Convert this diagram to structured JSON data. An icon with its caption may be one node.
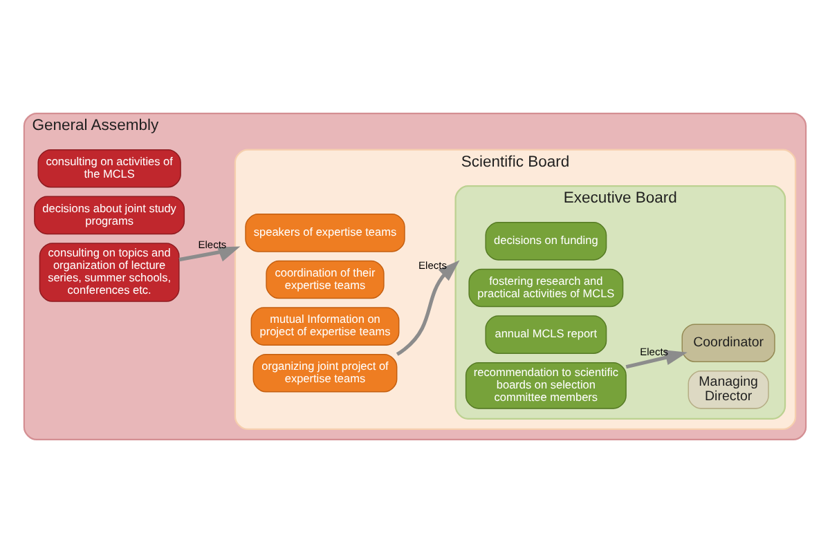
{
  "diagram": {
    "nodes": [
      {
        "text": [
          "General Assembly"
        ]
      },
      {
        "text": [
          "consulting on activities of the MCLS"
        ],
        "in": 0
      },
      {
        "text": [
          "decisions about joint study programs"
        ],
        "in": 0
      },
      {
        "text": [
          "consulting on topics and organization of lecture series, summer schools, conferences etc."
        ],
        "in": 0
      },
      {
        "text": [
          "Scientific Board"
        ],
        "in": 0
      },
      {
        "text": [
          "speakers of expertise teams"
        ],
        "in": 4
      },
      {
        "text": [
          "coordination of their expertise teams"
        ],
        "in": 4
      },
      {
        "text": [
          "mutual Information on project of expertise teams"
        ],
        "in": 4
      },
      {
        "text": [
          "organizing joint project of expertise teams"
        ],
        "in": 4
      },
      {
        "text": [
          "Executive Board"
        ],
        "in": 4
      },
      {
        "text": [
          "decisions on funding"
        ],
        "in": 9
      },
      {
        "text": [
          "fostering research and practical activities of MCLS"
        ],
        "in": 9
      },
      {
        "text": [
          "annual MCLS report"
        ],
        "in": 9
      },
      {
        "text": [
          "recommendation to scientific boards on selection committee members"
        ],
        "in": 9
      },
      {
        "text": [
          "Coordinator"
        ],
        "in": 9
      },
      {
        "text": [
          "Managing Director"
        ],
        "in": 9
      }
    ],
    "edges": [
      {
        "from": 0,
        "to": 4,
        "arrow": "to",
        "label": "Elects"
      },
      {
        "from": 4,
        "to": 9,
        "arrow": "to",
        "label": "Elects"
      },
      {
        "from": 9,
        "to": 14,
        "arrow": "to",
        "label": "Elects"
      }
    ]
  }
}
